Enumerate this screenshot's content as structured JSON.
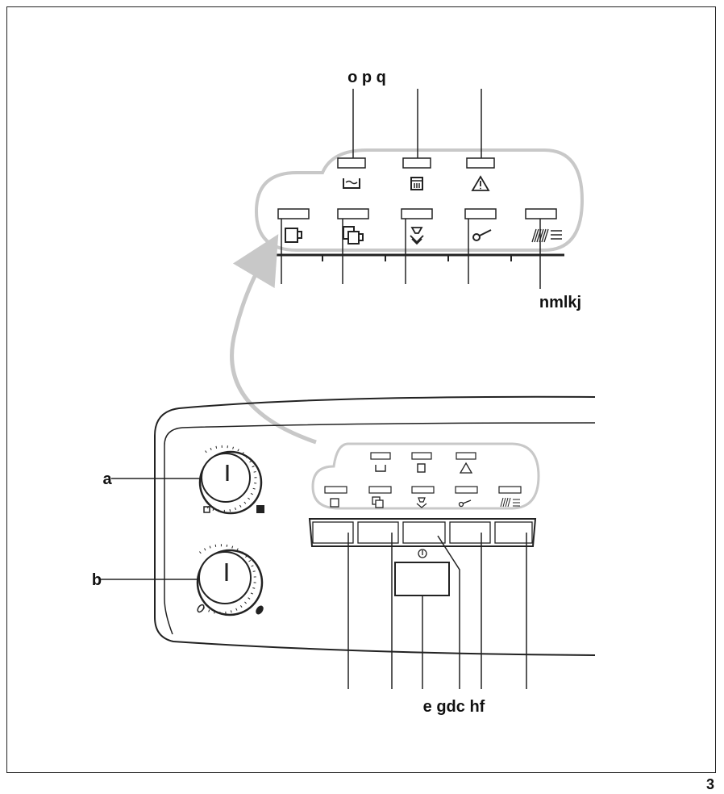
{
  "labels": {
    "top": "o p q",
    "right": "nmlkj",
    "a": "a",
    "b": "b",
    "bottom": "e gdc hf"
  },
  "page_number": "3",
  "icons": {
    "top_row": [
      "water-tank-icon",
      "coffee-grounds-icon",
      "warning-icon"
    ],
    "bottom_row": [
      "single-cup-icon",
      "double-cup-icon",
      "steam-icon",
      "descale-icon",
      "rinse-icon"
    ],
    "dial_a_ends": [
      "small-cup-icon",
      "large-cup-icon"
    ],
    "dial_b_ends": [
      "weak-bean-icon",
      "strong-bean-icon"
    ],
    "power": "power-symbol-icon"
  }
}
